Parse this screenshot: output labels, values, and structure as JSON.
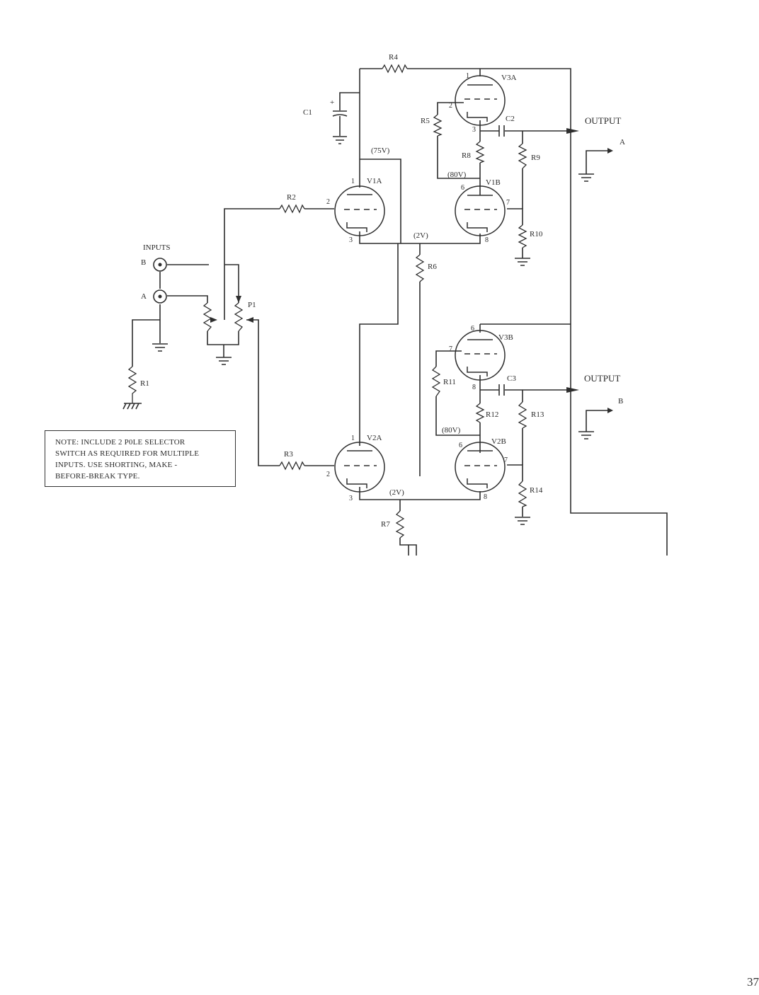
{
  "labels": {
    "R1": "R1",
    "R2": "R2",
    "R3": "R3",
    "R4": "R4",
    "R5": "R5",
    "R6": "R6",
    "R7": "R7",
    "R8": "R8",
    "R9": "R9",
    "R10": "R10",
    "R11": "R11",
    "R12": "R12",
    "R13": "R13",
    "R14": "R14",
    "C1": "C1",
    "C2": "C2",
    "C3": "C3",
    "P1": "P1",
    "V1A": "V1A",
    "V1B": "V1B",
    "V2A": "V2A",
    "V2B": "V2B",
    "V3A": "V3A",
    "V3B": "V3B",
    "plus": "+"
  },
  "voltages": {
    "v75": "(75V)",
    "v80a": "(80V)",
    "v80b": "(80V)",
    "v2a": "(2V)",
    "v2b": "(2V)"
  },
  "pins": {
    "p1": "1",
    "p2": "2",
    "p3": "3",
    "p6": "6",
    "p7": "7",
    "p8": "8"
  },
  "inputs": {
    "title": "INPUTS",
    "a": "A",
    "b": "B"
  },
  "outputs": {
    "title": "OUTPUT",
    "a": "A",
    "b": "B"
  },
  "note": {
    "line1": "NOTE:  INCLUDE 2 P0LE SELECTOR",
    "line2": "SWITCH AS REQUIRED FOR MULTIPLE",
    "line3": "INPUTS.  USE SHORTING, MAKE -",
    "line4": "BEFORE-BREAK TYPE."
  },
  "page_number": "37"
}
